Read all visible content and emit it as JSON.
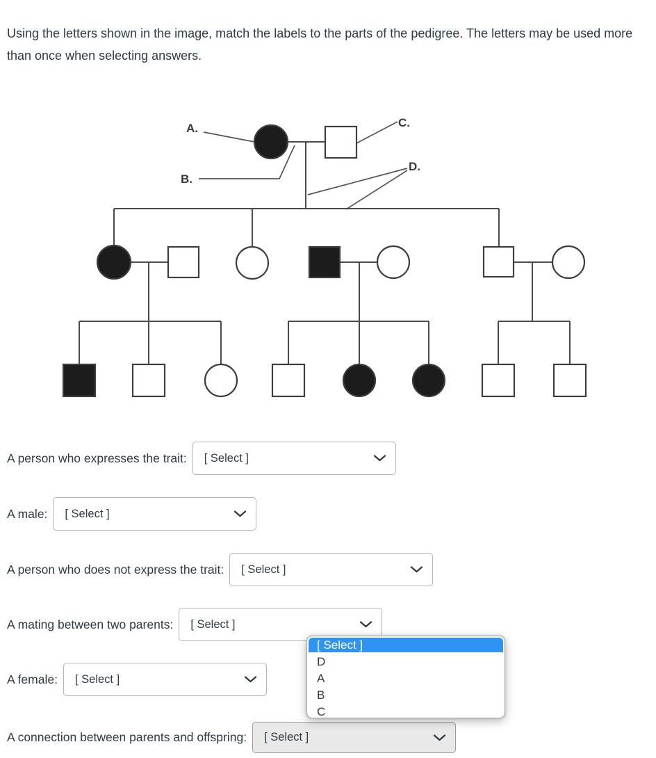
{
  "instructions": "Using the letters shown in the image, match the labels to the parts of the pedigree. The letters may be used more than once when selecting answers.",
  "pedigree": {
    "labels": {
      "a": "A.",
      "b": "B.",
      "c": "C.",
      "d": "D."
    }
  },
  "questions": [
    {
      "label": "A person who expresses the trait:",
      "value": "[ Select ]"
    },
    {
      "label": "A male:",
      "value": "[ Select ]"
    },
    {
      "label": "A person who does not express the trait:",
      "value": "[ Select ]"
    },
    {
      "label": "A mating between two parents:",
      "value": "[ Select ]"
    },
    {
      "label": "A female:",
      "value": "[ Select ]"
    },
    {
      "label": "A connection between parents and offspring:",
      "value": "[ Select ]"
    }
  ],
  "dropdown": {
    "options": [
      "[ Select ]",
      "D",
      "A",
      "B",
      "C"
    ],
    "highlighted_option": "[ Select ]"
  },
  "colors": {
    "text": "#2d3b45",
    "dropdown_highlight": "#2e93f2",
    "dropdown_highlight_text": "#ffffff",
    "pedigree_fill": "#1c1c1c",
    "focused_select_bg": "#e9e9e9"
  }
}
